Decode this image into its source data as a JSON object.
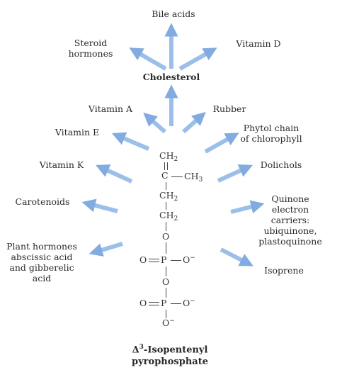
{
  "products": {
    "bile_acids": [
      "Bile acids"
    ],
    "steroid_hormones": [
      "Steroid",
      "hormones"
    ],
    "vitamin_d": [
      "Vitamin D"
    ],
    "cholesterol": [
      "Cholesterol"
    ],
    "vitamin_a": [
      "Vitamin A"
    ],
    "rubber": [
      "Rubber"
    ],
    "vitamin_e": [
      "Vitamin E"
    ],
    "phytol": [
      "Phytol chain",
      "of chlorophyll"
    ],
    "vitamin_k": [
      "Vitamin K"
    ],
    "dolichols": [
      "Dolichols"
    ],
    "carotenoids": [
      "Carotenoids"
    ],
    "quinone": [
      "Quinone",
      "electron",
      "carriers:",
      "ubiquinone,",
      "plastoquinone"
    ],
    "plant_hormones": [
      "Plant hormones",
      "abscissic acid",
      "and gibberelic",
      "acid"
    ],
    "isoprene": [
      "Isoprene"
    ]
  },
  "molecule": {
    "ch2_top": "CH",
    "c": "C",
    "ch3": "CH",
    "ch2_a": "CH",
    "ch2_b": "CH",
    "sub2": "2",
    "sub3": "3",
    "o": "O",
    "p": "P",
    "o_minus": "O",
    "minus": "−"
  },
  "title": {
    "delta": "Δ",
    "sup": "3",
    "line1": "-Isopentenyl",
    "line2": "pyrophosphate"
  },
  "colors": {
    "arrow": "#8cb3e3",
    "arrow_edge": "#a9c6ec"
  }
}
